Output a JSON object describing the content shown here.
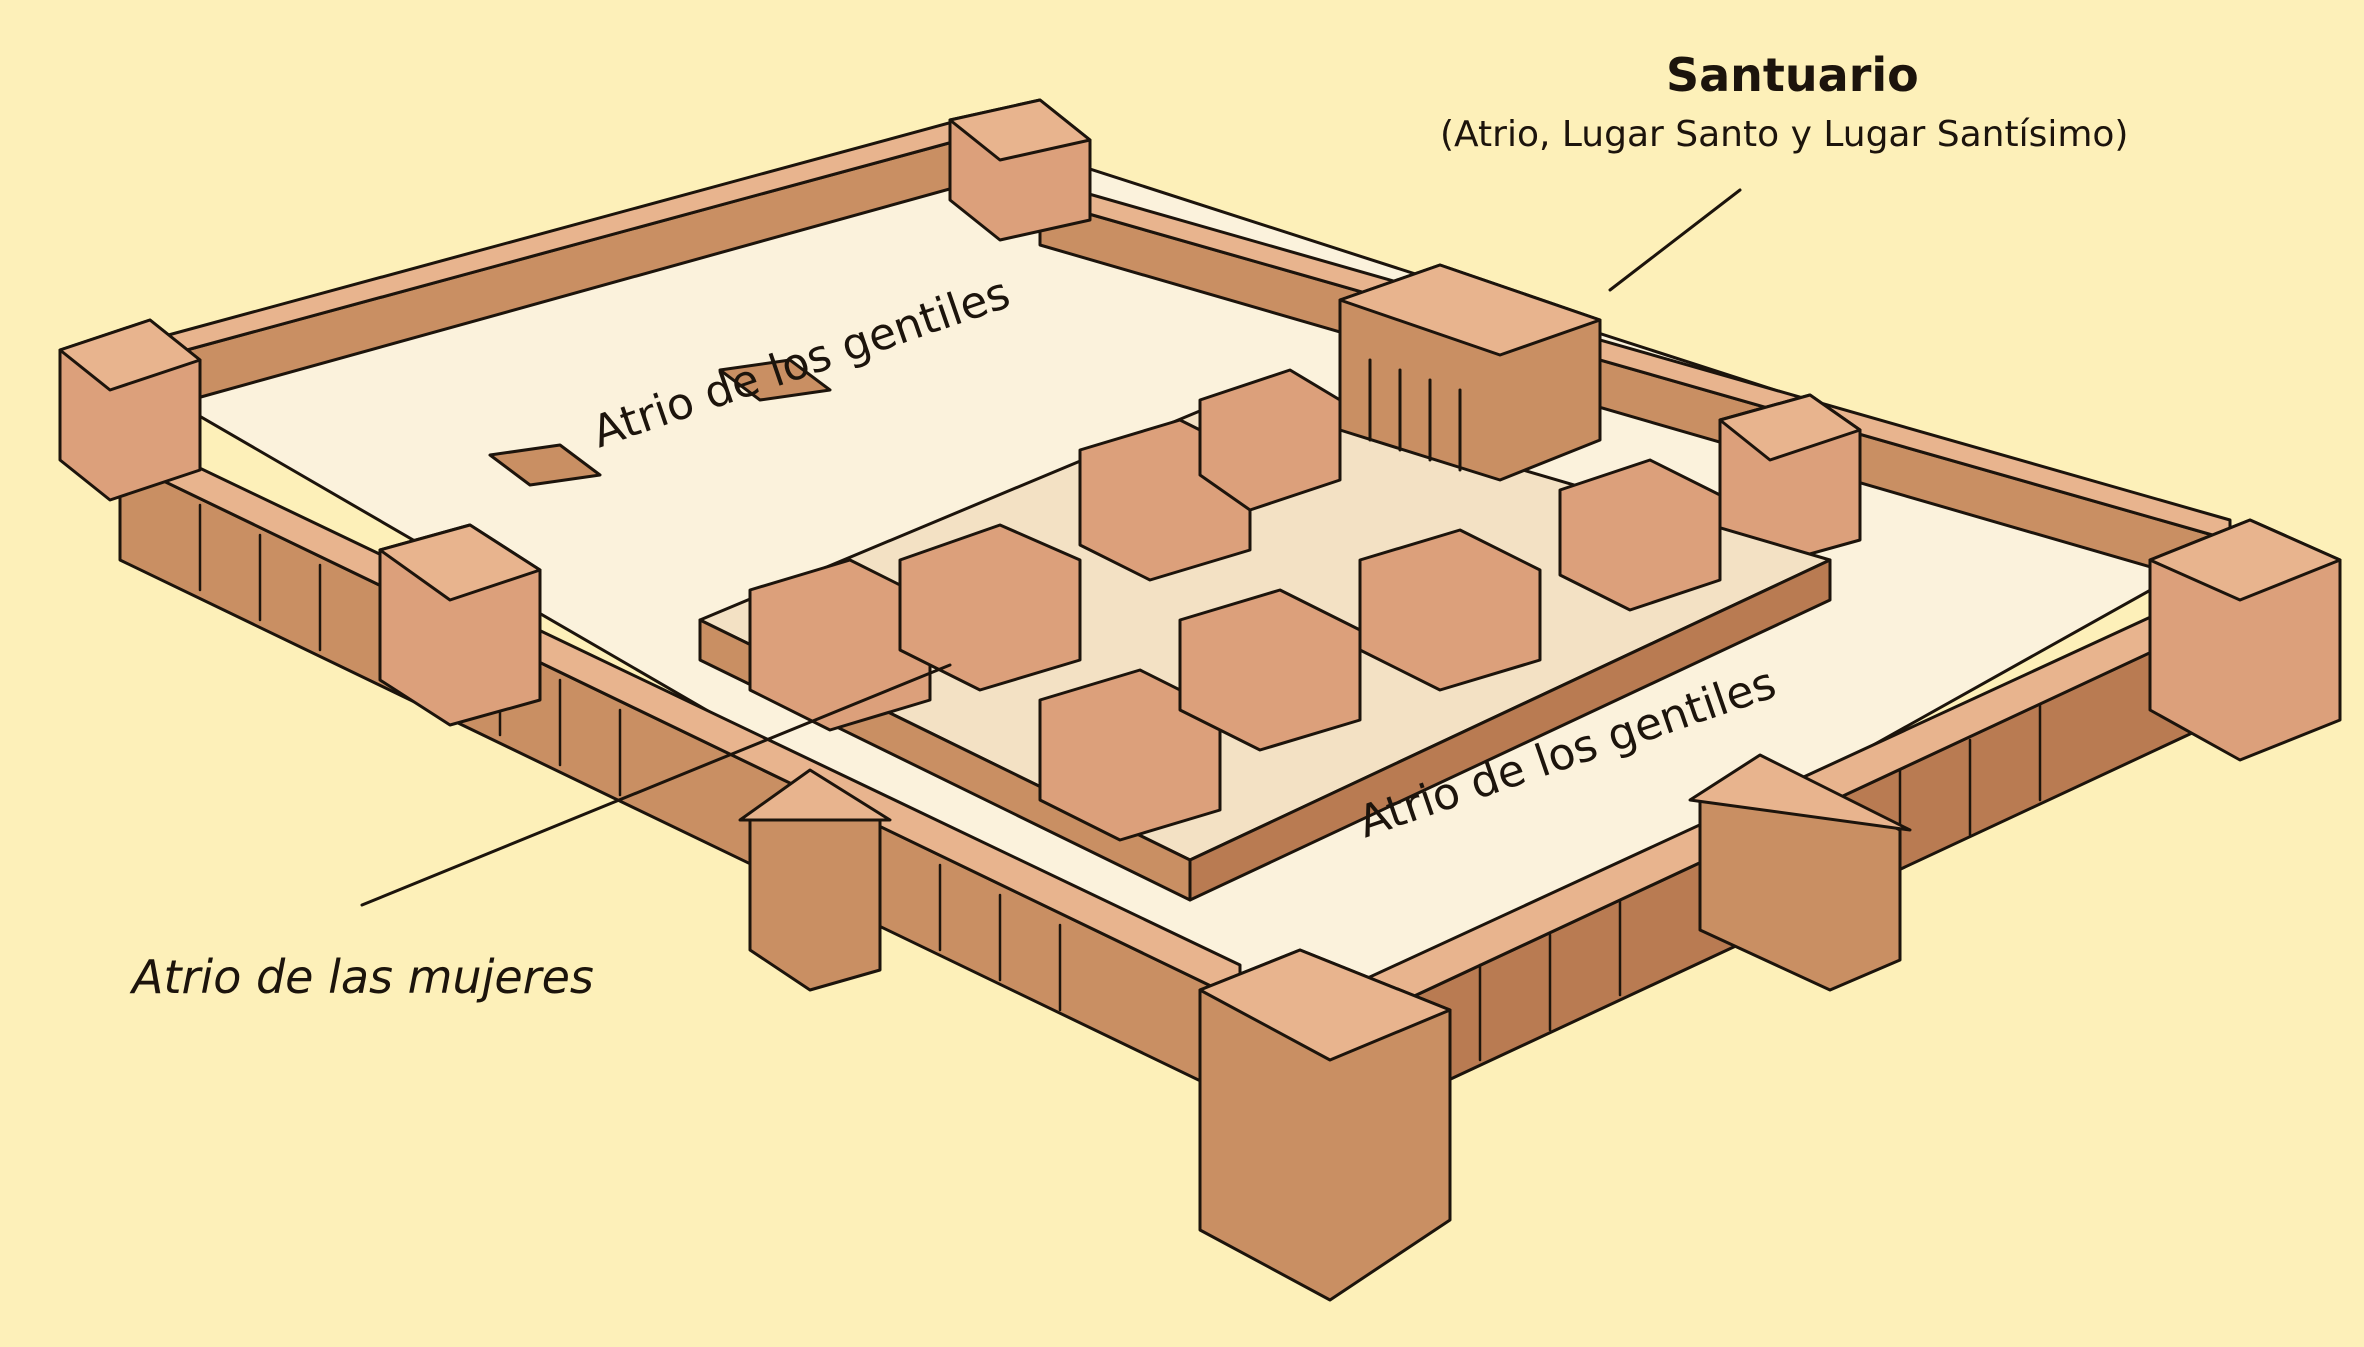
{
  "palette": {
    "background": "#fdf0b9",
    "stone_light": "#dca07b",
    "stone_mid": "#c98f63",
    "stone_dark": "#a86a44",
    "stone_top": "#e8b48e",
    "courtyard": "#fbf2dc",
    "ink": "#1c140c"
  },
  "labels": {
    "sanctuary_title": "Santuario",
    "sanctuary_subtitle": "(Atrio, Lugar Santo y Lugar Santísimo)",
    "court_gentiles_upper": "Atrio de los gentiles",
    "court_gentiles_lower": "Atrio de los gentiles",
    "court_women": "Atrio de las mujeres"
  }
}
